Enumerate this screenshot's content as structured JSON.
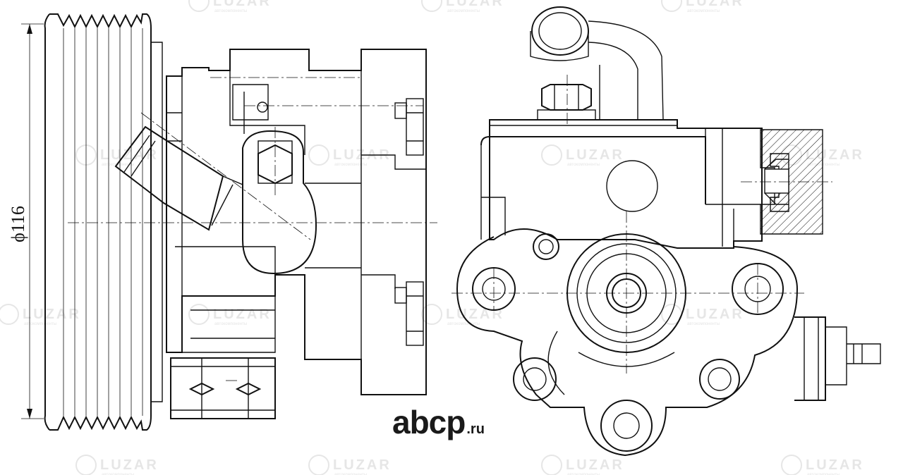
{
  "diagram": {
    "dimension_label": "ϕ116",
    "site_brand": {
      "name": "abcp",
      "tld": ".ru"
    },
    "watermark": {
      "brand": "LUZAR",
      "tagline": "автокомпоненты"
    }
  }
}
